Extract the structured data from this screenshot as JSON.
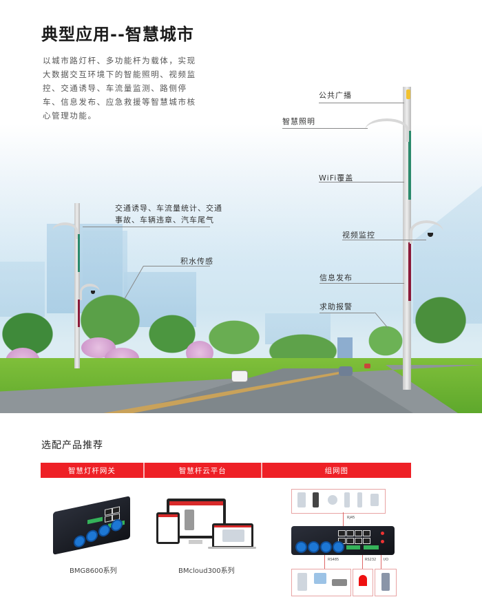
{
  "header": {
    "title": "典型应用--智慧城市",
    "intro": "以城市路灯杆、多功能杆为载体，实现大数据交互环境下的智能照明、视频监控、交通诱导、车流量监测、路侧停车、信息发布、应急救援等智慧城市核心管理功能。"
  },
  "diagram": {
    "labels": {
      "public_broadcast": "公共广播",
      "smart_lighting": "智慧照明",
      "wifi": "WiFi覆盖",
      "video": "视频监控",
      "info_release": "信息发布",
      "emergency": "求助报警",
      "traffic_line1": "交通诱导、车流量统计、交通",
      "traffic_line2": "事故、车辆违章、汽车尾气",
      "water": "积水传感"
    }
  },
  "products": {
    "section_title": "选配产品推荐",
    "tabs": [
      {
        "label": "智慧灯杆网关"
      },
      {
        "label": "智慧杆云平台"
      },
      {
        "label": "组网图"
      }
    ],
    "items": [
      {
        "caption": "BMG8600系列"
      },
      {
        "caption": "BMcloud300系列"
      }
    ],
    "network": {
      "rs485_top": "RJ45",
      "rs485": "RS485",
      "rs232": "RS232",
      "io": "I/O"
    },
    "accent_color": "#ee2026"
  }
}
